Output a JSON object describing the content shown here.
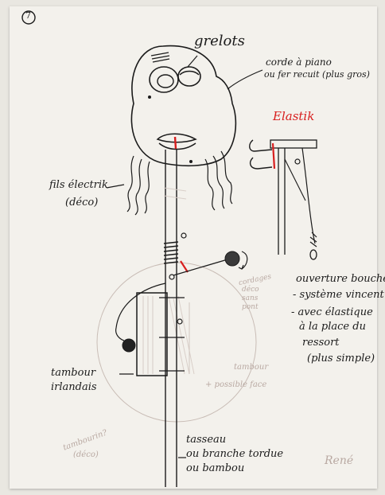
{
  "page_number": "7",
  "labels": {
    "grelots": "grelots",
    "corde_line1": "corde à piano",
    "corde_line2": "ou fer recuit (plus gros)",
    "elastik": "Elastik",
    "fils_line1": "fils électrik",
    "fils_line2": "(déco)",
    "ouverture_line1": "ouverture bouche",
    "ouverture_line2": "- système vincent",
    "ouverture_line3": "- avec élastique",
    "ouverture_line4": "à la place du",
    "ouverture_line5": "ressort",
    "ouverture_line6": "(plus simple)",
    "tambour_line1": "tambour",
    "tambour_line2": "irlandais",
    "tasseau_line1": "tasseau",
    "tasseau_line2": "ou branche tordue",
    "tasseau_line3": "ou bambou",
    "signature": "René",
    "faint_cordage_1": "cordages",
    "faint_cordage_2": "déco",
    "faint_cordage_3": "sans",
    "faint_cordage_4": "pont",
    "faint_tambour_1": "tambour",
    "faint_tambour_2": "+ possible face",
    "faint_left_1": "tambourin?",
    "faint_left_2": "(déco)"
  },
  "colors": {
    "ink": "#1b1b1b",
    "accent_red": "#d81e1e",
    "pencil": "#b9a9a2",
    "paper": "#f3f1ec"
  }
}
